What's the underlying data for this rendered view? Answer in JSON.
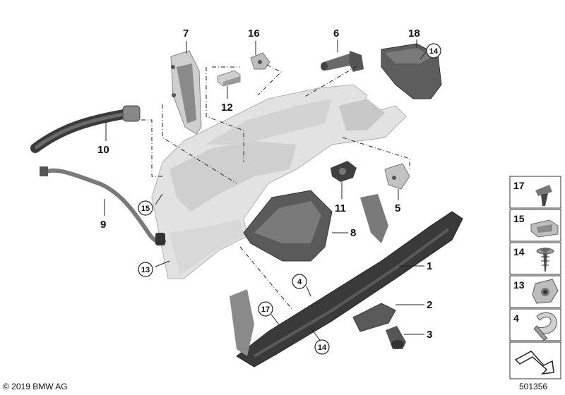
{
  "diagram": {
    "callouts": [
      {
        "id": "c1",
        "label": "1"
      },
      {
        "id": "c2",
        "label": "2"
      },
      {
        "id": "c3",
        "label": "3"
      },
      {
        "id": "c5",
        "label": "5"
      },
      {
        "id": "c6",
        "label": "6"
      },
      {
        "id": "c7",
        "label": "7"
      },
      {
        "id": "c8",
        "label": "8"
      },
      {
        "id": "c9",
        "label": "9"
      },
      {
        "id": "c10",
        "label": "10"
      },
      {
        "id": "c11",
        "label": "11"
      },
      {
        "id": "c12",
        "label": "12"
      },
      {
        "id": "c16",
        "label": "16"
      },
      {
        "id": "c18",
        "label": "18"
      }
    ],
    "circled": [
      {
        "id": "k4",
        "label": "4"
      },
      {
        "id": "k13",
        "label": "13"
      },
      {
        "id": "k14a",
        "label": "14"
      },
      {
        "id": "k14b",
        "label": "14"
      },
      {
        "id": "k15",
        "label": "15"
      },
      {
        "id": "k17",
        "label": "17"
      }
    ]
  },
  "legend": {
    "items": [
      {
        "label": "17",
        "icon": "push-rivet-icon"
      },
      {
        "label": "15",
        "icon": "clip-nut-icon"
      },
      {
        "label": "14",
        "icon": "washer-screw-icon"
      },
      {
        "label": "13",
        "icon": "spring-nut-icon"
      },
      {
        "label": "4",
        "icon": "clamp-icon"
      }
    ],
    "nav_icon": "next-page-arrow-icon"
  },
  "footer": {
    "copyright": "© 2019 BMW AG",
    "doc_number": "501356"
  },
  "colors": {
    "part_fill": "#d9d9d9",
    "part_dark": "#5a5a5a",
    "glovebox_lid": "#3a3a3a",
    "line": "#222222"
  }
}
